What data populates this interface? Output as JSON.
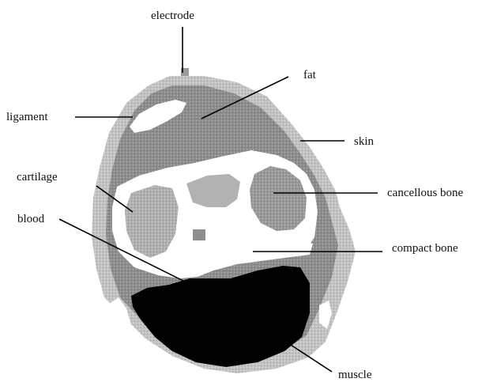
{
  "labels": {
    "electrode": "electrode",
    "fat": "fat",
    "ligament": "ligament",
    "skin": "skin",
    "cartilage": "cartilage",
    "cancellous_bone": "cancellous bone",
    "blood": "blood",
    "compact_bone": "compact bone",
    "muscle": "muscle"
  },
  "colors": {
    "skin": "#c4c4c4",
    "fat": "#8e8e8e",
    "cartilage": "#b2b2b2",
    "bone": "#ffffff",
    "cancellous": "#9a9a9a",
    "muscle": "#000000",
    "leader": "#000000"
  }
}
